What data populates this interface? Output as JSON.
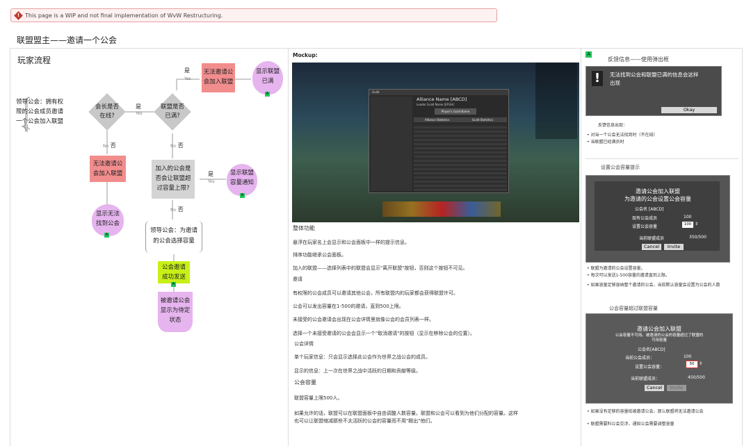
{
  "warning": {
    "icon": "warning-icon",
    "text": "This page is a WIP and not final implementation of WvW Restructuring."
  },
  "page_title": "联盟盟主——邀请一个公会",
  "flow": {
    "title": "玩家流程",
    "start_lines": [
      "领导公会：拥有权",
      "限的公会成员邀请",
      "一个公会加入联盟"
    ],
    "d1_lines": [
      "会长是否",
      "在线?"
    ],
    "d2_lines": [
      "联盟是否",
      "已满?"
    ],
    "d3_lines": [
      "加入的公会是",
      "否会让联盟超",
      "过容量上限?"
    ],
    "r_top_lines": [
      "无法邀请公",
      "会加入联盟"
    ],
    "p_top_lines": [
      "显示联盟",
      "已满"
    ],
    "r_left_lines": [
      "无法邀请公",
      "会加入联盟"
    ],
    "p_left_lines": [
      "显示无法",
      "找到公会"
    ],
    "p_cap_lines": [
      "显示联盟",
      "容量通知"
    ],
    "choose_lines": [
      "领导公会：为邀请",
      "的公会选择容量"
    ],
    "green_lines": [
      "公会邀请",
      "成功发送"
    ],
    "final_lines": [
      "被邀请公会",
      "显示为待定",
      "状态"
    ],
    "yes": "是",
    "yes_small": "Yes",
    "no": "否",
    "no_small": "No",
    "badge": "A"
  },
  "mockup": {
    "label": "Mockup:",
    "game": {
      "guild_tab": "Guild",
      "alliance_name": "Alliance Name [ABCD]",
      "leader_line": "Leader Guild Name [EFGH]",
      "player_guild": "Player's Guild Name",
      "tab1": "Alliance Statistics",
      "tab2": "Guild Statistics"
    },
    "section1_title": "整体功能",
    "paras": [
      "悬浮在玩家名上会显示和公会面板中一样的提示信息。",
      "排序功能继承公会面板。",
      "加入的联盟——选择列表中的联盟会显示\"离开联盟\"按钮，否则这个按钮不可见。"
    ],
    "invite_title": "邀请",
    "invite_paras": [
      "有权限的公会成员可以邀请其他公会，所有联盟内的玩家都会获得联盟许可。",
      "公会可以发出容量在1-500的邀请，直到500上限。",
      "未接受的公会邀请会出现在公会详情里就像公会的会员列表一样。",
      "选择一个未接受邀请的公会会显示一个\"取消邀请\"的按钮（显示在移除公会的位置）。"
    ],
    "detail_title": "公会详情",
    "detail_paras": [
      "单个玩家信息：只会显示选择此公会作为世界之战公会的成员。",
      "显示的信息：上一次在世界之战中活跃的日期和贡献等级。"
    ],
    "cap_title": "公会容量",
    "cap_paras": [
      "联盟容量上限500人。",
      "如果允许的话，联盟可以在联盟面板中自由调整人数容量。联盟和公会可以看到为他们分配的容量。这样",
      "也可以让联盟缩减那些不太活跃的公会的容量而不用\"踢出\"他们。"
    ]
  },
  "feedback": {
    "badge": "A",
    "title": "反馈信息——使用弹出框",
    "error_dialog": {
      "icon": "exclamation-icon",
      "text_lines": [
        "无法找到公会和联盟已满的信息会这样",
        "出现"
      ],
      "ok": "Okay"
    },
    "shows_label": "反馈信息出现：",
    "bullets1": [
      "对当一个公会无法找到时（不在线）",
      "当联盟已经满员时"
    ],
    "cap_notice_title": "设置公会容量提示",
    "invite_dialog": {
      "title_lines": [
        "邀请公会加入联盟",
        "为邀请的公会设置公会容量"
      ],
      "guild_name": "公会名 [ABCD]",
      "now_members_label": "现有公会成员",
      "now_members_value": "100",
      "set_cap_label": "设置公会容量",
      "set_cap_value": "100",
      "current_label": "当前联盟成员",
      "current_value": "350/500",
      "cancel": "Cancel",
      "invite": "Invite"
    },
    "bullets2": [
      "联盟为邀请的公会设置容量。",
      "每次可以发送1-500容量的邀请直到上限。",
      "如果容量足够容纳整个邀请的公会，当前默认容量会设置为公会的人数"
    ],
    "overflow_title": "公会容量超过联盟容量",
    "overflow_dialog": {
      "title": "邀请公会加入联盟",
      "sub_lines": [
        "公会容量不可用。被邀请的公会的容量超过了联盟的",
        "可用容量"
      ],
      "guild_name": "公会名[ABCD]",
      "now_members_label": "当前公会成员：",
      "now_members_value": "100",
      "set_cap_label": "设置公会容量：",
      "set_cap_value": "50",
      "current_label": "当前联盟成员：",
      "current_value": "450/500",
      "cancel": "Cancel",
      "invite": "Invite"
    },
    "bullets3": [
      "如果没有足够的容量给被邀请公会，那么联盟将无法邀请公会",
      "联盟需要料公会交涉，通知公会需要调整容量"
    ]
  }
}
